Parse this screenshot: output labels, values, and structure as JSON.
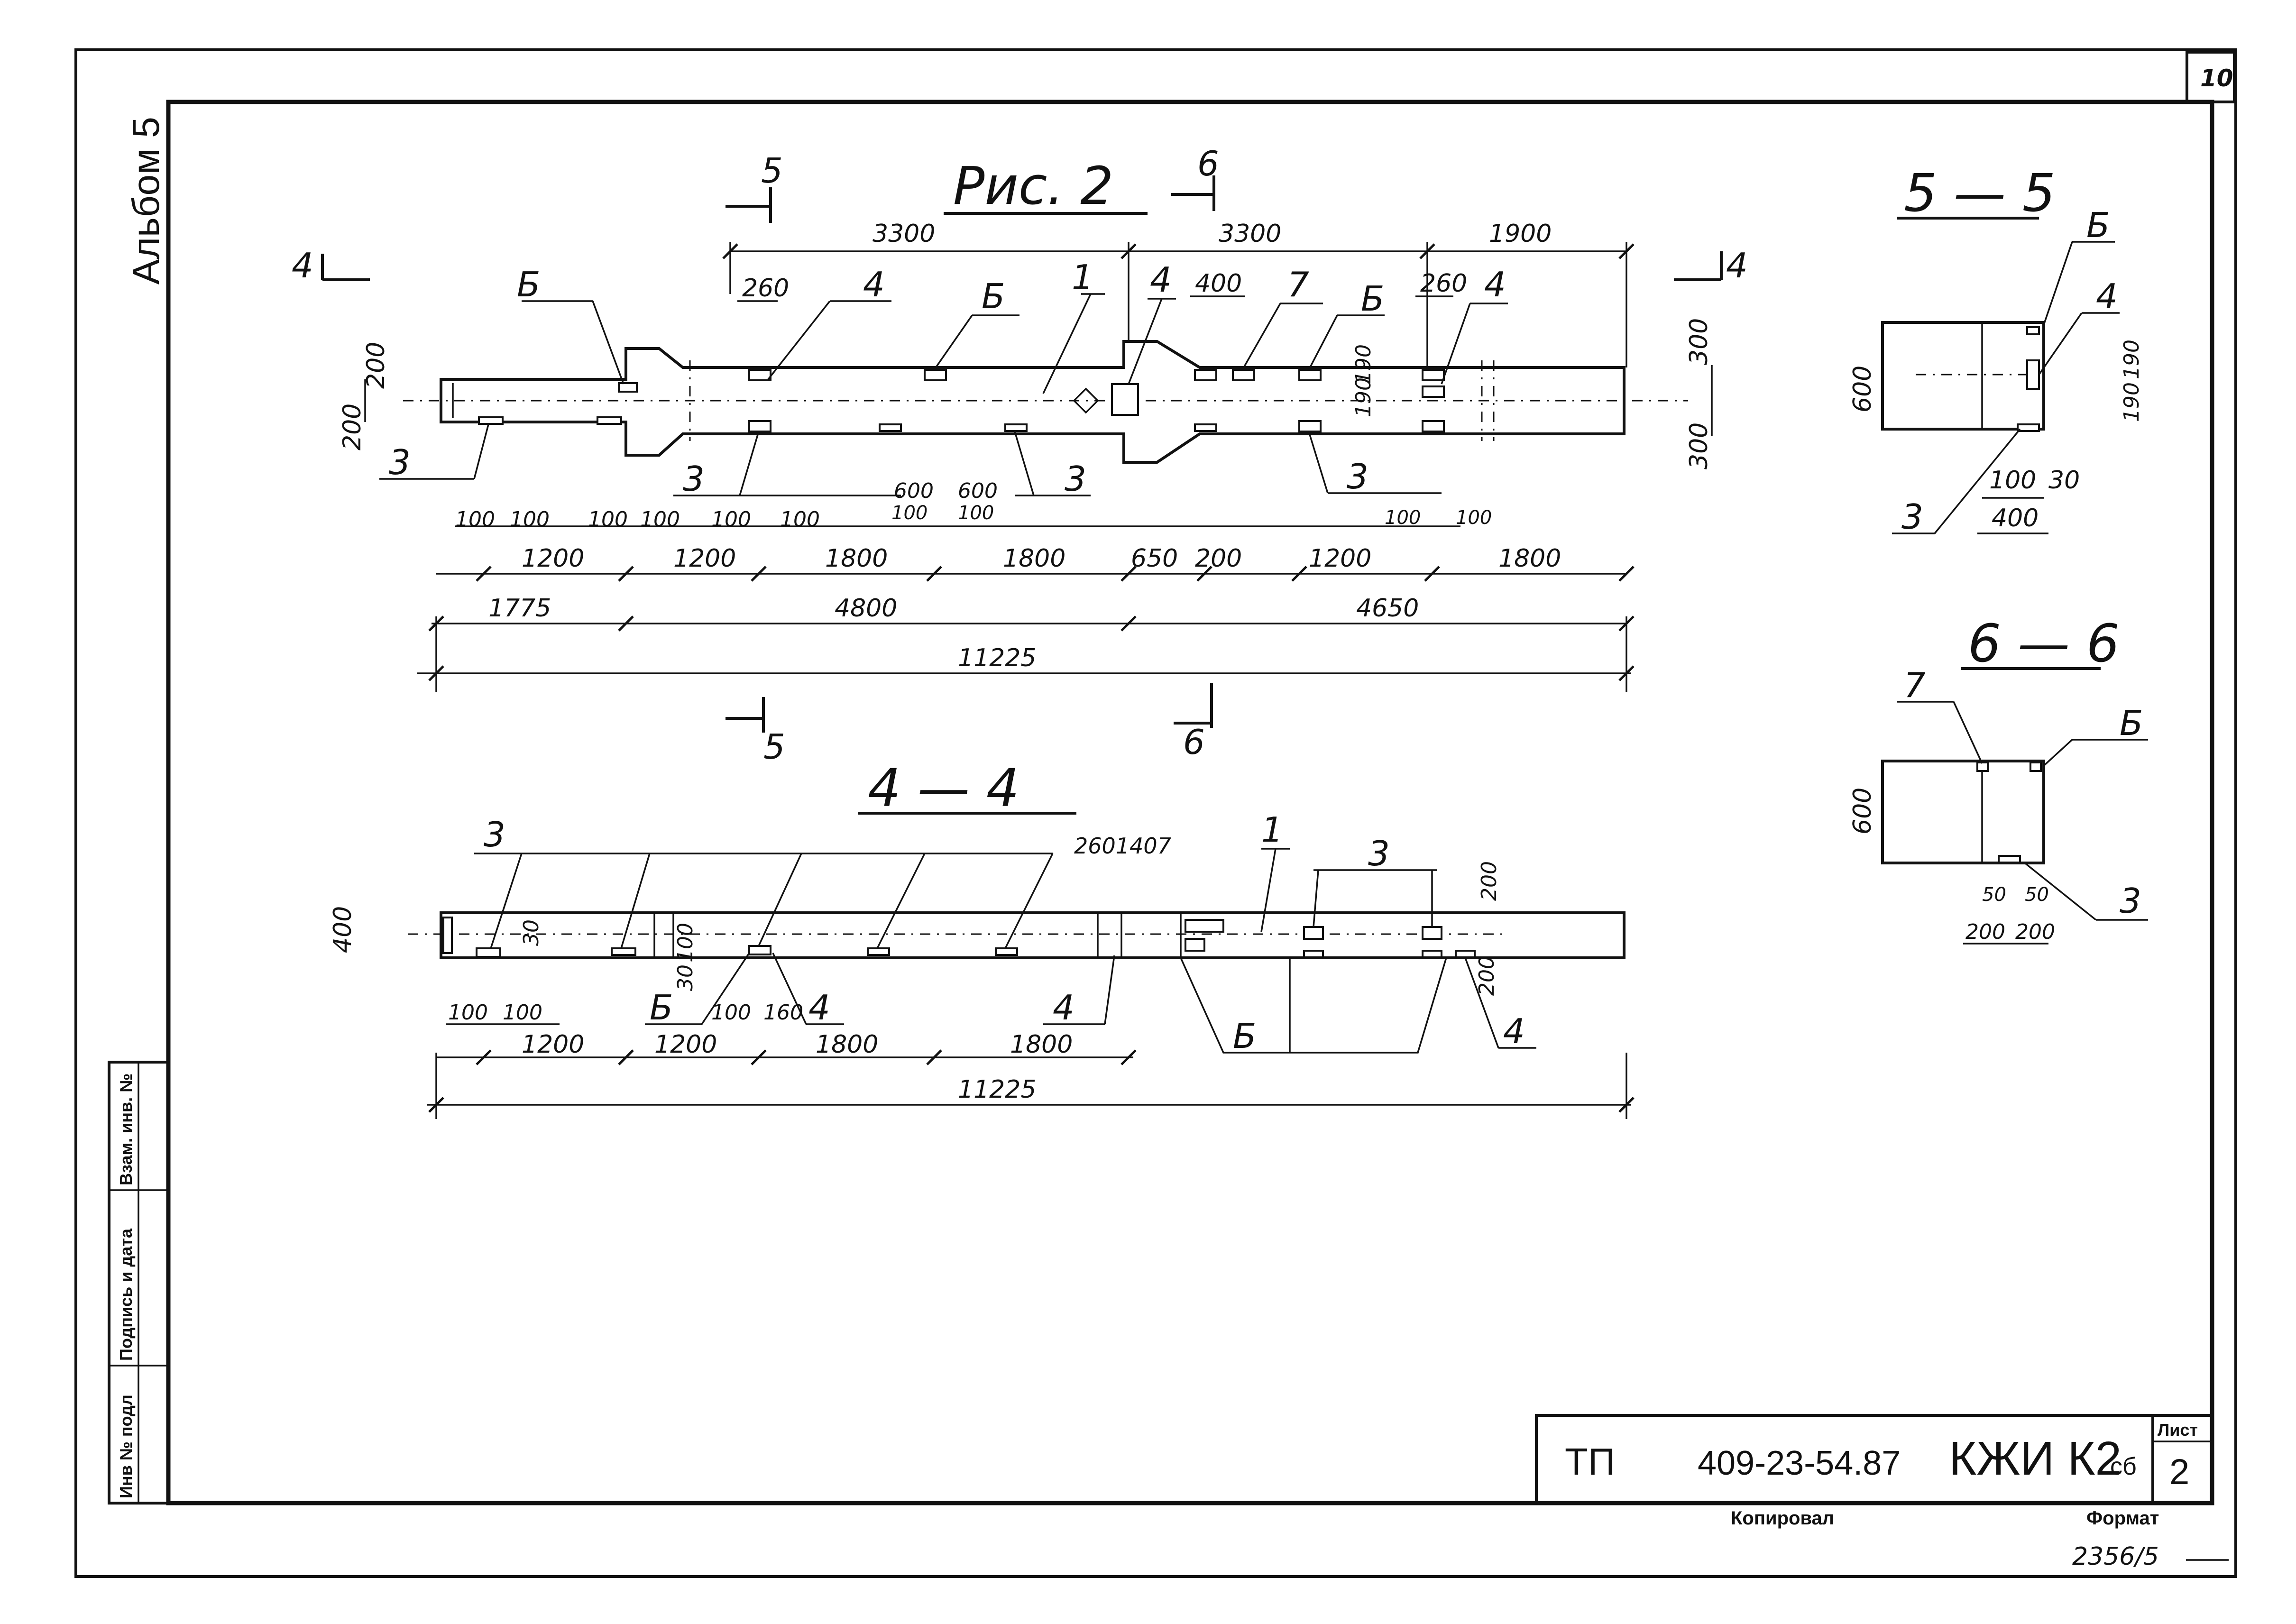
{
  "sheet": {
    "album": "Альбом 5",
    "page_number": "10",
    "bottom_code": "2356/5",
    "copied_label": "Копировал",
    "format_label": "Формат"
  },
  "side_stamp": {
    "inv_podl": "Инв № подл",
    "podpis_data": "Подпись и дата",
    "vzam_inv": "Взам. инв. №"
  },
  "title_block": {
    "series": "ТП",
    "number": "409-23-54.87",
    "mark": "КЖИ К2",
    "suffix": "сб",
    "sheet_label": "Лист",
    "sheet_no": "2"
  },
  "fig2": {
    "title": "Рис. 2",
    "sec5": "5",
    "sec6": "6",
    "sec4": "4",
    "top_dims": [
      "3300",
      "3300",
      "1900"
    ],
    "upper_dims": [
      "260",
      "400",
      "260"
    ],
    "side_dims": [
      "200",
      "200",
      "300",
      "300",
      "190",
      "190"
    ],
    "small_dims": [
      "100",
      "100",
      "100",
      "100",
      "100",
      "100",
      "600",
      "600",
      "100",
      "100",
      "100",
      "100"
    ],
    "bottom_dims": [
      "1200",
      "1200",
      "1800",
      "1800",
      "650",
      "200",
      "1200",
      "1800"
    ],
    "group_dims": [
      "1775",
      "4800",
      "4650"
    ],
    "total_dim": "11225",
    "labels": [
      "Б",
      "4",
      "Б",
      "1",
      "4",
      "7",
      "Б",
      "4",
      "3",
      "3",
      "3",
      "3"
    ]
  },
  "sec44": {
    "title": "4 — 4",
    "dims_top": [
      "400",
      "30",
      "30",
      "100",
      "2601407",
      "200",
      "200"
    ],
    "small_dims": [
      "100",
      "100",
      "100",
      "160"
    ],
    "bottom_dims": [
      "1200",
      "1200",
      "1800",
      "1800"
    ],
    "total_dim": "11225",
    "labels": [
      "3",
      "1",
      "3",
      "Б",
      "4",
      "4",
      "Б",
      "4"
    ]
  },
  "sec55": {
    "title": "5 — 5",
    "dims": [
      "600",
      "190",
      "190",
      "100",
      "30",
      "400"
    ],
    "labels": [
      "Б",
      "4",
      "3"
    ]
  },
  "sec66": {
    "title": "6 — 6",
    "dims": [
      "600",
      "50",
      "50",
      "200",
      "200"
    ],
    "labels": [
      "7",
      "Б",
      "3"
    ]
  }
}
